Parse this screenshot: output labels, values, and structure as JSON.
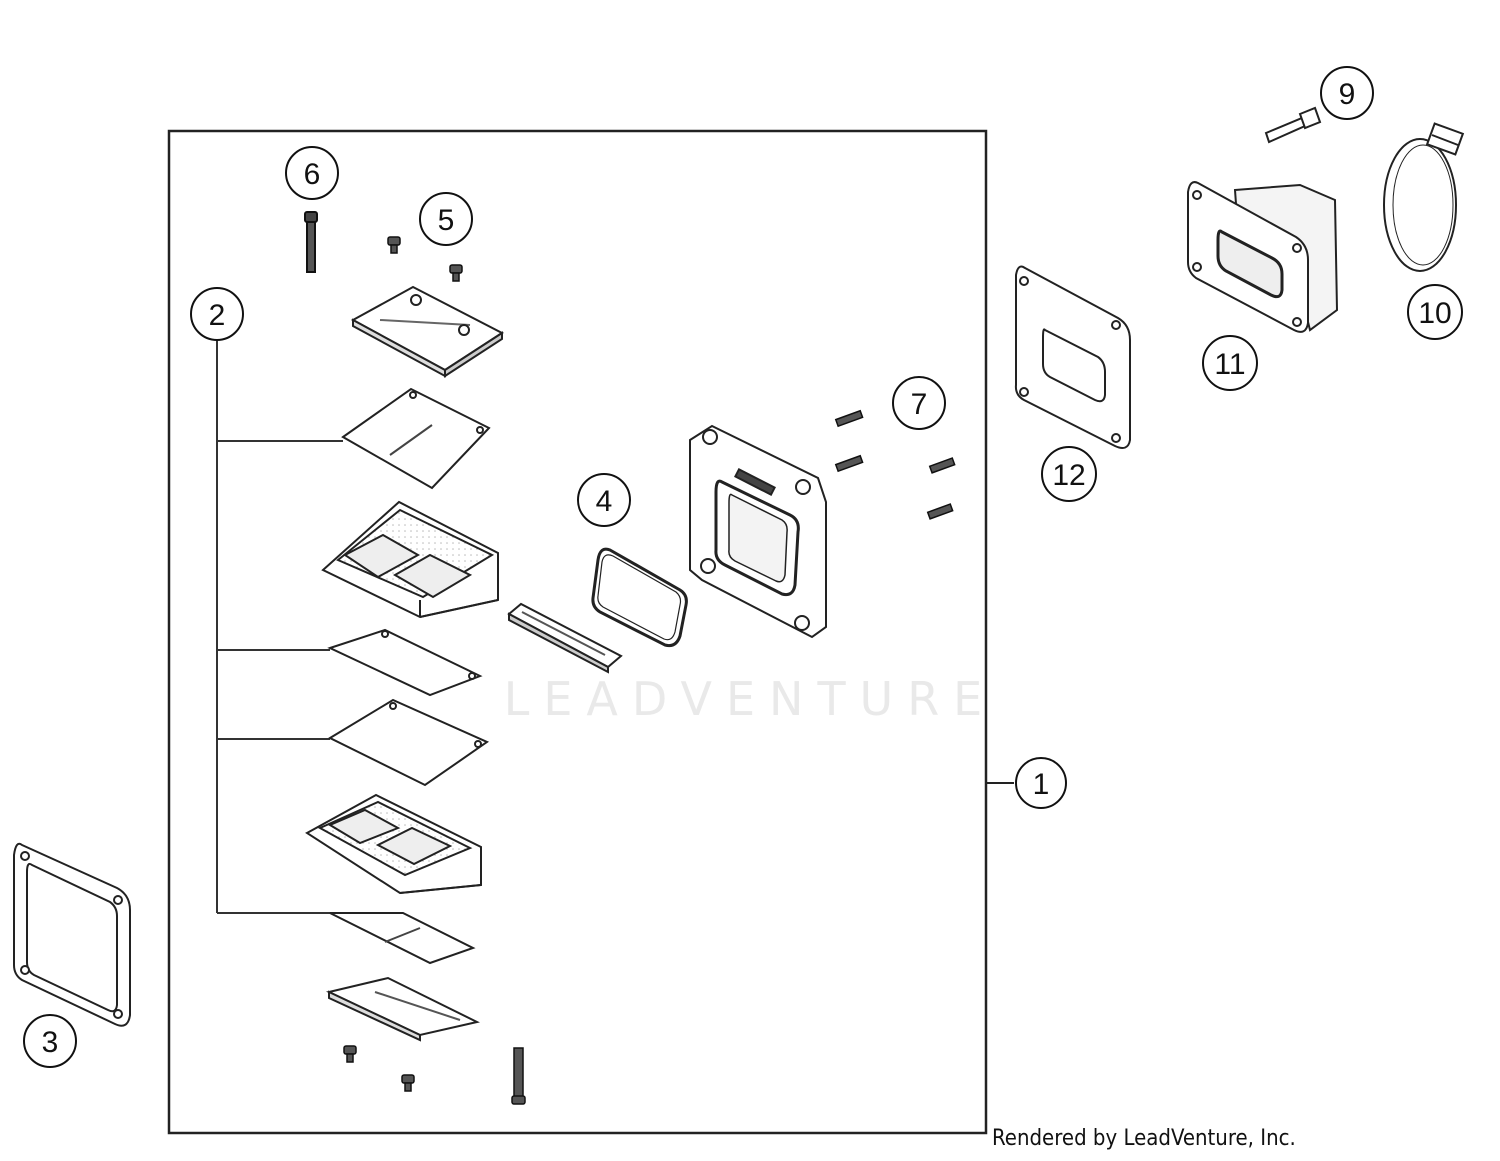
{
  "watermark": "LEADVENTURE",
  "credit": "Rendered by LeadVenture, Inc.",
  "callouts": [
    {
      "id": "1",
      "label": "1"
    },
    {
      "id": "2",
      "label": "2"
    },
    {
      "id": "3",
      "label": "3"
    },
    {
      "id": "4",
      "label": "4"
    },
    {
      "id": "5",
      "label": "5"
    },
    {
      "id": "6",
      "label": "6"
    },
    {
      "id": "7",
      "label": "7"
    },
    {
      "id": "9",
      "label": "9"
    },
    {
      "id": "10",
      "label": "10"
    },
    {
      "id": "11",
      "label": "11"
    },
    {
      "id": "12",
      "label": "12"
    }
  ]
}
